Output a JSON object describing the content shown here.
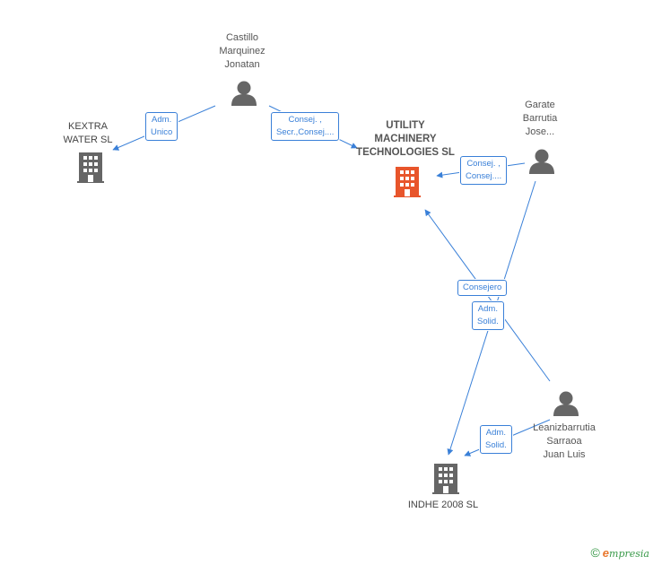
{
  "nodes": {
    "castillo": {
      "lines": [
        "Castillo",
        "Marquinez",
        "Jonatan"
      ],
      "type": "person"
    },
    "garate": {
      "lines": [
        "Garate",
        "Barrutia",
        "Jose..."
      ],
      "type": "person"
    },
    "leanizbarrutia": {
      "lines": [
        "Leanizbarrutia",
        "Sarraoa",
        "Juan Luis"
      ],
      "type": "person"
    },
    "kextra": {
      "lines": [
        "KEXTRA",
        "WATER SL"
      ],
      "type": "company"
    },
    "utility": {
      "lines": [
        "UTILITY",
        "MACHINERY",
        "TECHNOLOGIES SL"
      ],
      "type": "company-focus"
    },
    "indhe": {
      "lines": [
        "INDHE 2008 SL"
      ],
      "type": "company"
    }
  },
  "edges": {
    "castillo_kextra": {
      "lines": [
        "Adm.",
        "Unico"
      ]
    },
    "castillo_utility": {
      "lines": [
        "Consej. ,",
        "Secr.,Consej...."
      ]
    },
    "garate_utility": {
      "lines": [
        "Consej. ,",
        "Consej...."
      ]
    },
    "lean_utility": {
      "lines": [
        "Consejero"
      ]
    },
    "garate_indhe": {
      "lines": [
        "Adm.",
        "Solid."
      ]
    },
    "lean_indhe": {
      "lines": [
        "Adm.",
        "Solid."
      ]
    }
  },
  "colors": {
    "edge": "#3a80d8",
    "person_icon": "#666666",
    "company_icon": "#666666",
    "focus_icon": "#e8552b"
  },
  "footer": {
    "copyright": "©",
    "brand_initial": "e",
    "brand_rest": "mpresia"
  }
}
